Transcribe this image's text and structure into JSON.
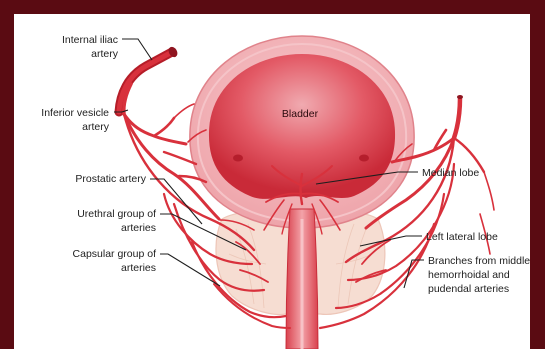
{
  "labels": {
    "internal_iliac_1": "Internal iliac",
    "internal_iliac_2": "artery",
    "inferior_vesicle_1": "Inferior vesicle",
    "inferior_vesicle_2": "artery",
    "bladder": "Bladder",
    "prostatic_artery": "Prostatic artery",
    "urethral_group_1": "Urethral group of",
    "urethral_group_2": "arteries",
    "capsular_group_1": "Capsular group of",
    "capsular_group_2": "arteries",
    "median_lobe": "Median lobe",
    "left_lateral_lobe": "Left lateral lobe",
    "branches_1": "Branches from middle",
    "branches_2": "hemorrhoidal and",
    "branches_3": "pudendal arteries"
  },
  "colors": {
    "frame_background": "#5a0b12",
    "artery": "#d8313c",
    "bladder_wall": "#f2b3b8",
    "bladder_lumen": "#d93a48",
    "prostate": "#f6ddd2"
  }
}
